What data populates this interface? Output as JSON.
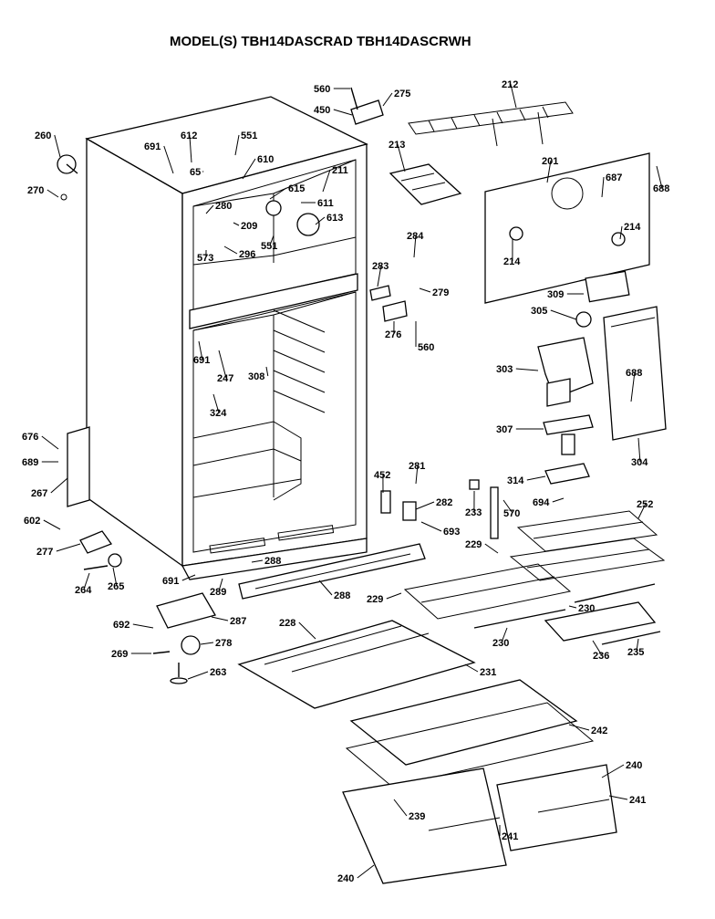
{
  "title": "MODEL(S) TBH14DASCRAD  TBH14DASCRWH",
  "callouts": [
    {
      "id": "c560a",
      "text": "560"
    },
    {
      "id": "c275",
      "text": "275"
    },
    {
      "id": "c450",
      "text": "450"
    },
    {
      "id": "c212",
      "text": "212"
    },
    {
      "id": "c260",
      "text": "260"
    },
    {
      "id": "c270",
      "text": "270"
    },
    {
      "id": "c612",
      "text": "612"
    },
    {
      "id": "c691a",
      "text": "691"
    },
    {
      "id": "c551a",
      "text": "551"
    },
    {
      "id": "c65",
      "text": "65"
    },
    {
      "id": "c610",
      "text": "610"
    },
    {
      "id": "c211",
      "text": "211"
    },
    {
      "id": "c615",
      "text": "615"
    },
    {
      "id": "c611",
      "text": "611"
    },
    {
      "id": "c613",
      "text": "613"
    },
    {
      "id": "c280",
      "text": "280"
    },
    {
      "id": "c209",
      "text": "209"
    },
    {
      "id": "c573",
      "text": "573"
    },
    {
      "id": "c296",
      "text": "296"
    },
    {
      "id": "c551b",
      "text": "551"
    },
    {
      "id": "c213",
      "text": "213"
    },
    {
      "id": "c201",
      "text": "201"
    },
    {
      "id": "c687",
      "text": "687"
    },
    {
      "id": "c688a",
      "text": "688"
    },
    {
      "id": "c214a",
      "text": "214"
    },
    {
      "id": "c214b",
      "text": "214"
    },
    {
      "id": "c284",
      "text": "284"
    },
    {
      "id": "c283",
      "text": "283"
    },
    {
      "id": "c279",
      "text": "279"
    },
    {
      "id": "c276",
      "text": "276"
    },
    {
      "id": "c560b",
      "text": "560"
    },
    {
      "id": "c309",
      "text": "309"
    },
    {
      "id": "c305",
      "text": "305"
    },
    {
      "id": "c691b",
      "text": "691"
    },
    {
      "id": "c247",
      "text": "247"
    },
    {
      "id": "c308",
      "text": "308"
    },
    {
      "id": "c324",
      "text": "324"
    },
    {
      "id": "c303",
      "text": "303"
    },
    {
      "id": "c688b",
      "text": "688"
    },
    {
      "id": "c307",
      "text": "307"
    },
    {
      "id": "c304",
      "text": "304"
    },
    {
      "id": "c676",
      "text": "676"
    },
    {
      "id": "c689",
      "text": "689"
    },
    {
      "id": "c267",
      "text": "267"
    },
    {
      "id": "c452",
      "text": "452"
    },
    {
      "id": "c281",
      "text": "281"
    },
    {
      "id": "c314",
      "text": "314"
    },
    {
      "id": "c233",
      "text": "233"
    },
    {
      "id": "c570",
      "text": "570"
    },
    {
      "id": "c694",
      "text": "694"
    },
    {
      "id": "c282",
      "text": "282"
    },
    {
      "id": "c252",
      "text": "252"
    },
    {
      "id": "c602",
      "text": "602"
    },
    {
      "id": "c693",
      "text": "693"
    },
    {
      "id": "c229a",
      "text": "229"
    },
    {
      "id": "c277",
      "text": "277"
    },
    {
      "id": "c288a",
      "text": "288"
    },
    {
      "id": "c691c",
      "text": "691"
    },
    {
      "id": "c265",
      "text": "265"
    },
    {
      "id": "c289",
      "text": "289"
    },
    {
      "id": "c288b",
      "text": "288"
    },
    {
      "id": "c264",
      "text": "264"
    },
    {
      "id": "c229b",
      "text": "229"
    },
    {
      "id": "c230a",
      "text": "230"
    },
    {
      "id": "c692",
      "text": "692"
    },
    {
      "id": "c287",
      "text": "287"
    },
    {
      "id": "c228",
      "text": "228"
    },
    {
      "id": "c230b",
      "text": "230"
    },
    {
      "id": "c236",
      "text": "236"
    },
    {
      "id": "c235",
      "text": "235"
    },
    {
      "id": "c269",
      "text": "269"
    },
    {
      "id": "c278",
      "text": "278"
    },
    {
      "id": "c231",
      "text": "231"
    },
    {
      "id": "c263",
      "text": "263"
    },
    {
      "id": "c242",
      "text": "242"
    },
    {
      "id": "c240a",
      "text": "240"
    },
    {
      "id": "c241a",
      "text": "241"
    },
    {
      "id": "c239",
      "text": "239"
    },
    {
      "id": "c241b",
      "text": "241"
    },
    {
      "id": "c240b",
      "text": "240"
    }
  ]
}
